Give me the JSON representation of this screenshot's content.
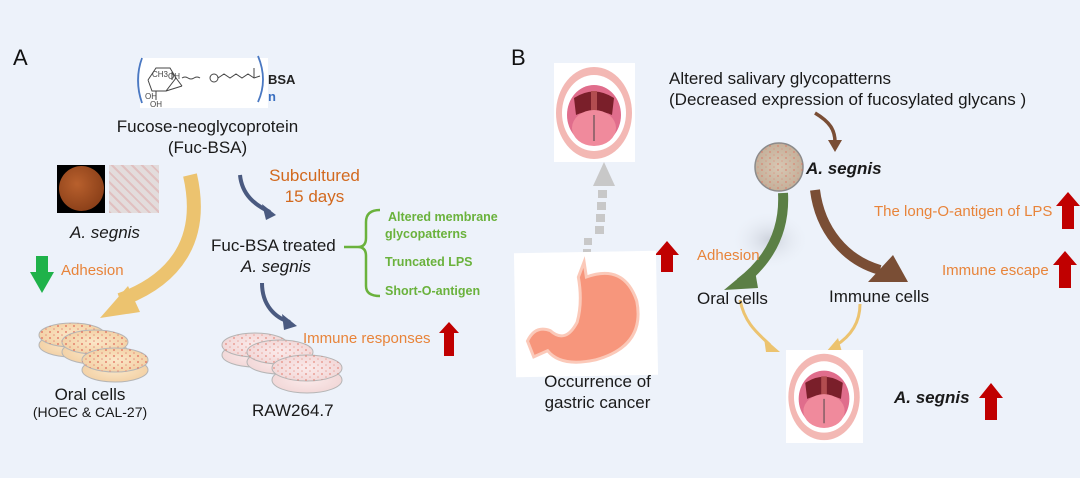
{
  "panel_a": {
    "label": "A",
    "molecule": {
      "bsa_label": "BSA",
      "n_label": "n",
      "ch3_label": "CH3",
      "oh_labels": [
        "OH",
        "OH",
        "OH"
      ],
      "o_labels": [
        "O",
        "O",
        "O"
      ]
    },
    "compound_name": "Fucose-neoglycoprotein",
    "compound_abbr": "(Fuc-BSA)",
    "bacteria_label": "A. segnis",
    "adhesion_label": "Adhesion",
    "oral_cells_label": "Oral cells",
    "oral_cells_sub": "(HOEC & CAL-27)",
    "subcultured_line1": "Subcultured",
    "subcultured_line2": "15 days",
    "treated_line1": "Fuc-BSA treated",
    "treated_line2": "A. segnis",
    "effects": [
      "Altered membrane",
      "glycopatterns",
      "Truncated LPS",
      "Short-O-antigen"
    ],
    "immune_responses_label": "Immune responses",
    "raw_label": "RAW264.7"
  },
  "panel_b": {
    "label": "B",
    "saliva_line1": "Altered salivary glycopatterns",
    "saliva_line2": "(Decreased expression of fucosylated glycans )",
    "bacteria_label": "A. segnis",
    "lps_label": "The long-O-antigen of LPS",
    "adhesion_label": "Adhesion",
    "immune_escape_label": "Immune escape",
    "oral_cells_label": "Oral cells",
    "immune_cells_label": "Immune cells",
    "gastric_line1": "Occurrence of",
    "gastric_line2": "gastric cancer",
    "result_label": "A. segnis"
  },
  "colors": {
    "background": "#edf2fa",
    "orange_text": "#e8843a",
    "green_text": "#6ab23c",
    "up_arrow": "#c00000",
    "down_arrow": "#1fb24a",
    "yellow_arrow": "#ecc36f",
    "navy_arrow": "#4a5a80",
    "brown_arrow": "#7a4e35",
    "green_arrow": "#5b7f45"
  }
}
